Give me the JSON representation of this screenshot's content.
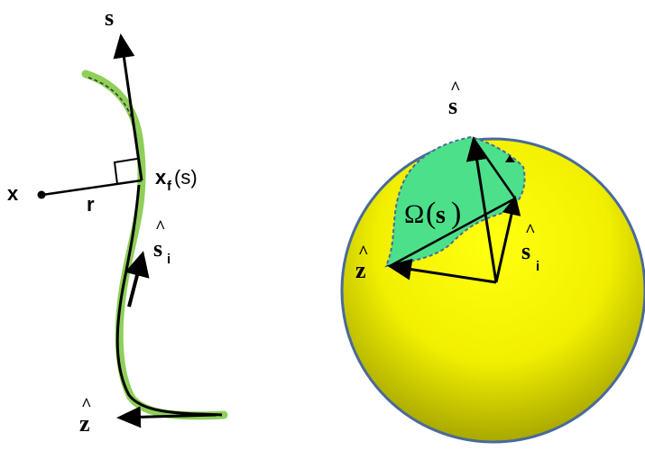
{
  "left_panel": {
    "s_axis_label": "s",
    "point_label": "x",
    "distance_label": "r",
    "foot_point_label": "x",
    "foot_point_subscript": "f",
    "foot_point_arg": "(s)",
    "tangent_label": "s",
    "tangent_subscript": "i",
    "z_label": "z",
    "hat": "^"
  },
  "right_panel": {
    "s_label": "s",
    "omega_label": "Ω",
    "omega_arg": "s",
    "si_label": "s",
    "si_subscript": "i",
    "z_label": "z",
    "hat": "^"
  },
  "colors": {
    "filament_green": "#8fcf5a",
    "sphere_yellow": "#ffff00",
    "sphere_edge": "#4a6a9a",
    "patch_green": "#4de08a",
    "patch_edge": "#4a6a9a"
  }
}
